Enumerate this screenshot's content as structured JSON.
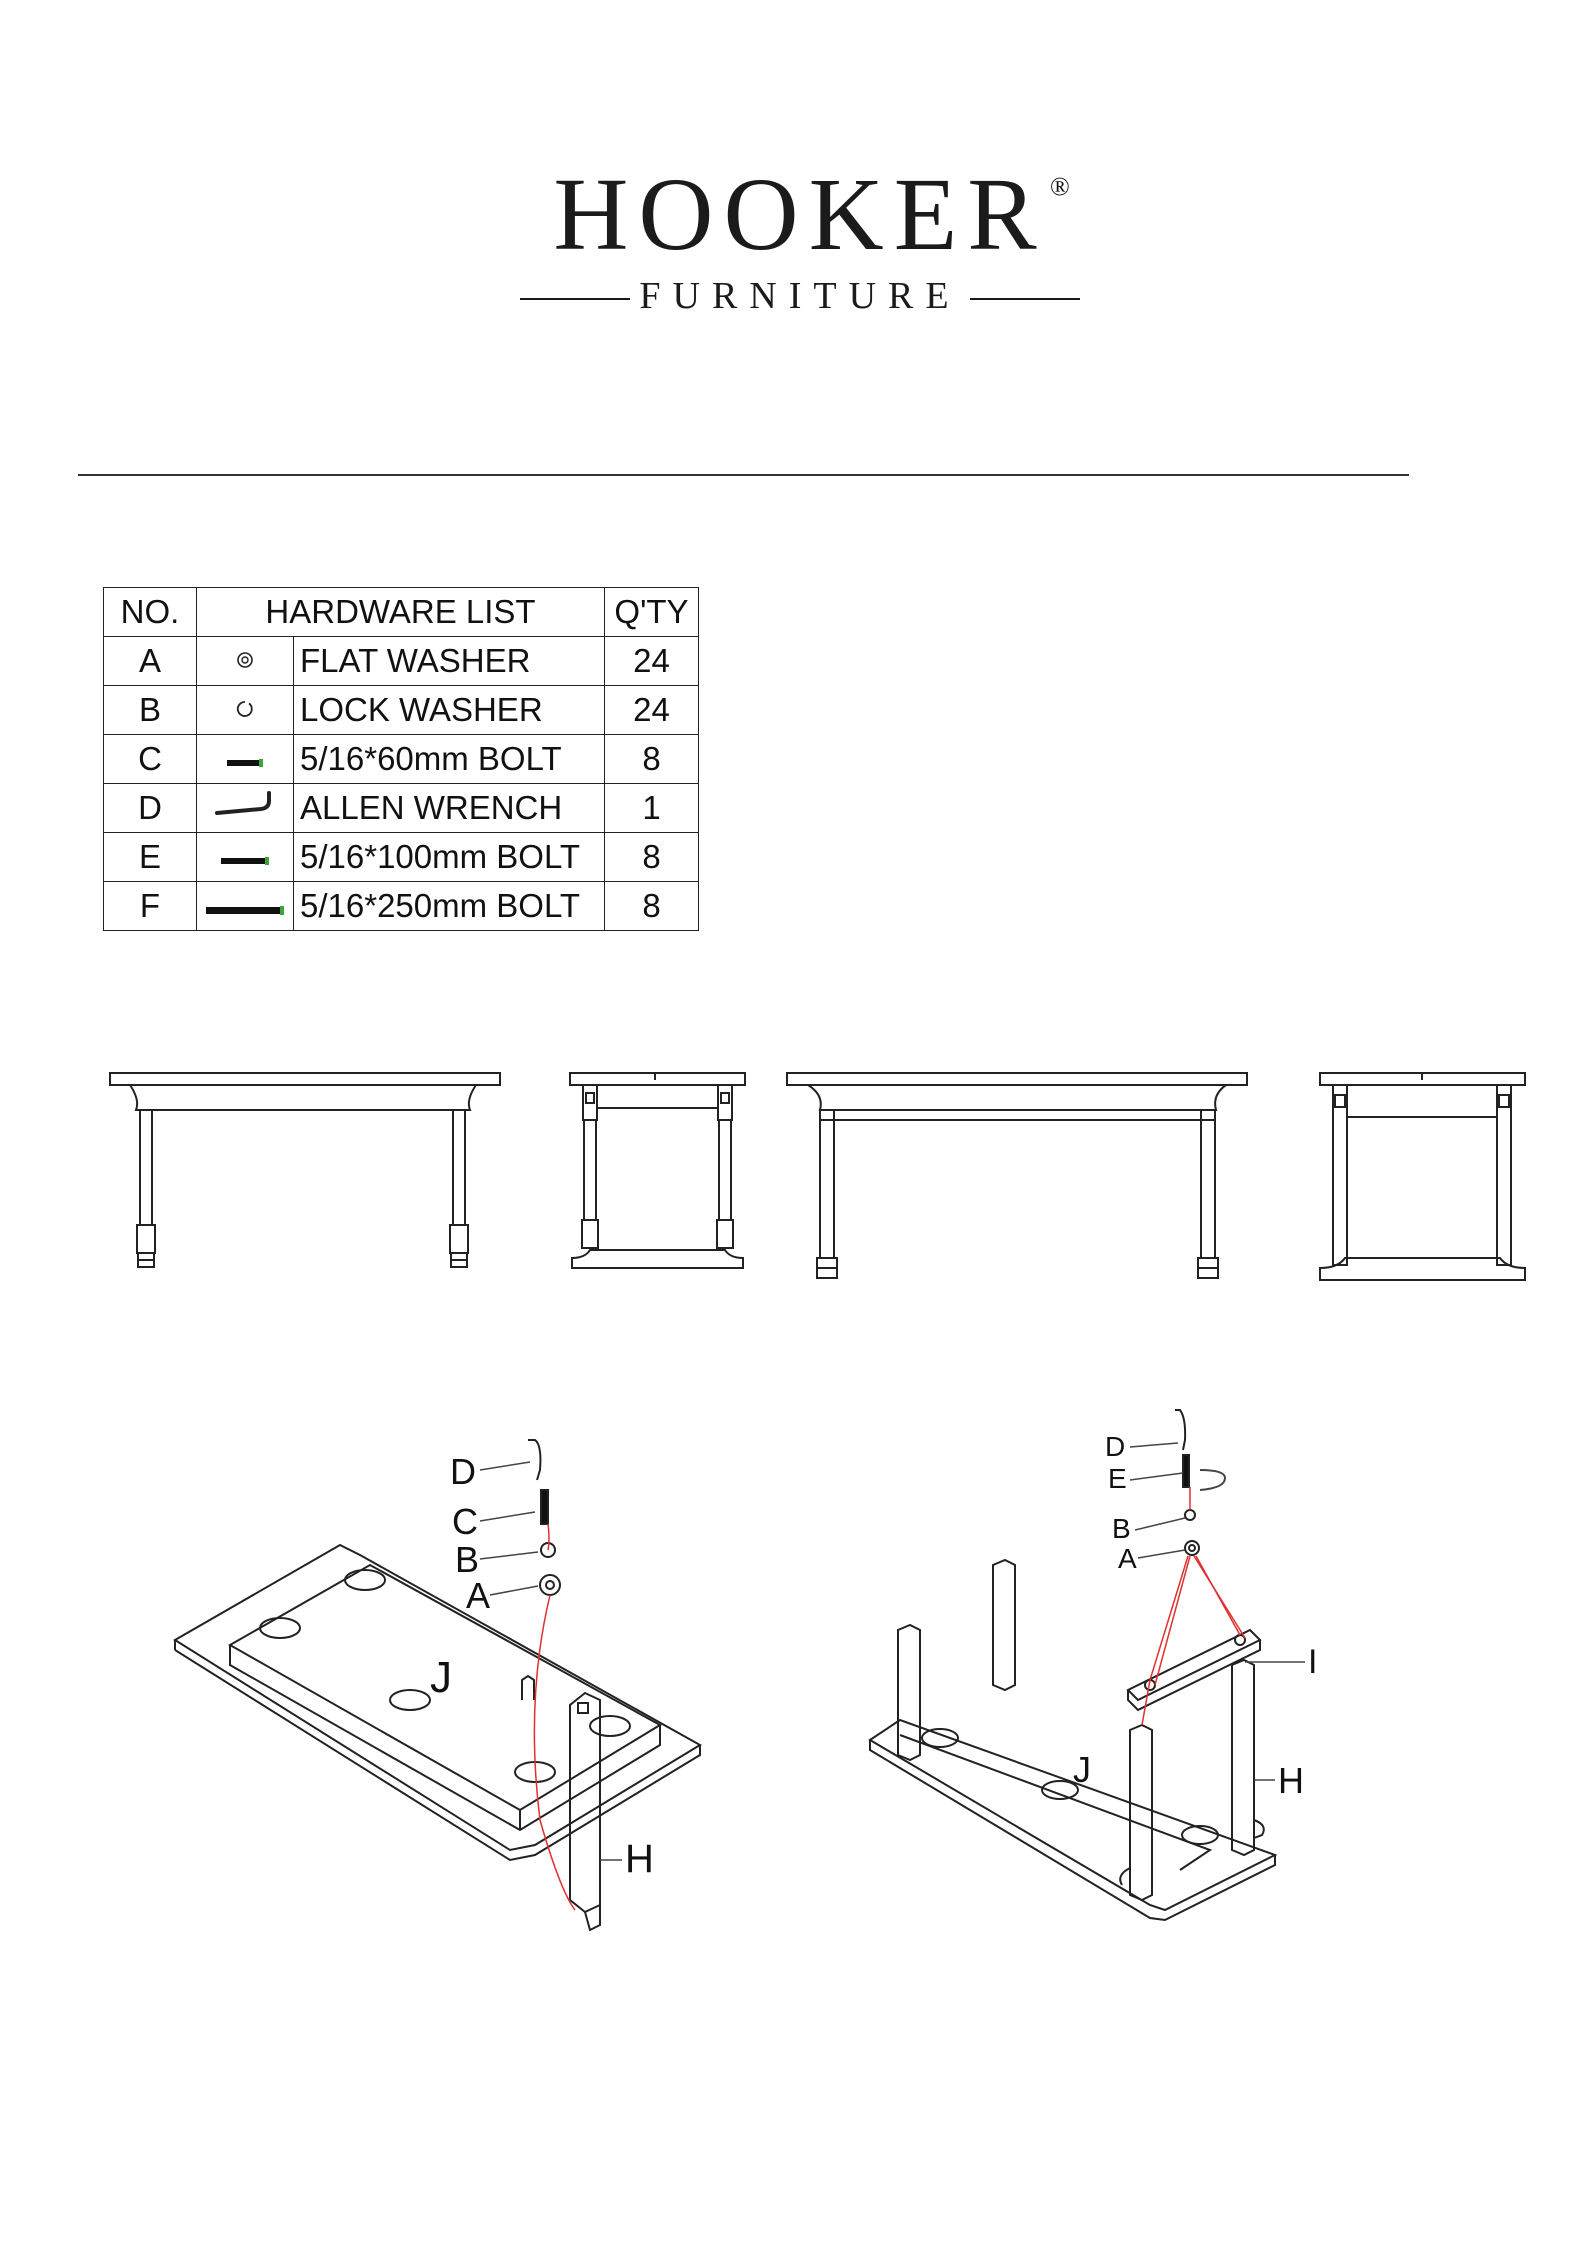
{
  "brand": {
    "name": "HOOKER",
    "registered": "®",
    "subtitle": "FURNITURE"
  },
  "hardware_table": {
    "headers": [
      "NO.",
      "HARDWARE LIST",
      "Q'TY"
    ],
    "rows": [
      {
        "no": "A",
        "icon": "flat-washer-icon",
        "desc": "FLAT WASHER",
        "qty": "24"
      },
      {
        "no": "B",
        "icon": "lock-washer-icon",
        "desc": "LOCK WASHER",
        "qty": "24"
      },
      {
        "no": "C",
        "icon": "short-bolt-icon",
        "desc": "5/16*60mm BOLT",
        "qty": "8"
      },
      {
        "no": "D",
        "icon": "allen-wrench-icon",
        "desc": "ALLEN WRENCH",
        "qty": "1"
      },
      {
        "no": "E",
        "icon": "medium-bolt-icon",
        "desc": "5/16*100mm BOLT",
        "qty": "8"
      },
      {
        "no": "F",
        "icon": "long-bolt-icon",
        "desc": "5/16*250mm BOLT",
        "qty": "8"
      }
    ]
  },
  "diagram_left": {
    "labels": {
      "d": "D",
      "c": "C",
      "b": "B",
      "a": "A",
      "j": "J",
      "h": "H"
    }
  },
  "diagram_right": {
    "labels": {
      "d": "D",
      "e": "E",
      "b": "B",
      "a": "A",
      "i": "I",
      "j": "J",
      "h": "H"
    }
  },
  "colors": {
    "line": "#222222",
    "guide": "#e03030",
    "bolt_tip": "#3aa63a"
  }
}
